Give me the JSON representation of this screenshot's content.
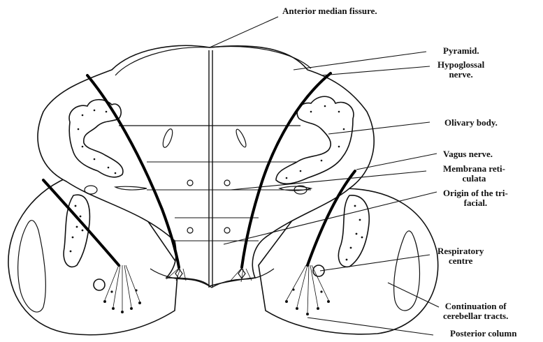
{
  "labels": {
    "anterior_median_fissure": "Anterior median fissure.",
    "pyramid": "Pyramid.",
    "hypoglossal_1": "Hypoglossal",
    "hypoglossal_2": "nerve.",
    "olivary_body": "Olivary body.",
    "vagus_nerve": "Vagus nerve.",
    "membrana_1": "Membrana reti-",
    "membrana_2": "culata",
    "trifacial_1": "Origin of the tri-",
    "trifacial_2": "facial.",
    "respiratory_1": "Respiratory",
    "respiratory_2": "centre",
    "cerebellar_1": "Continuation of",
    "cerebellar_2": "cerebellar tracts.",
    "posterior_column": "Posterior column"
  }
}
